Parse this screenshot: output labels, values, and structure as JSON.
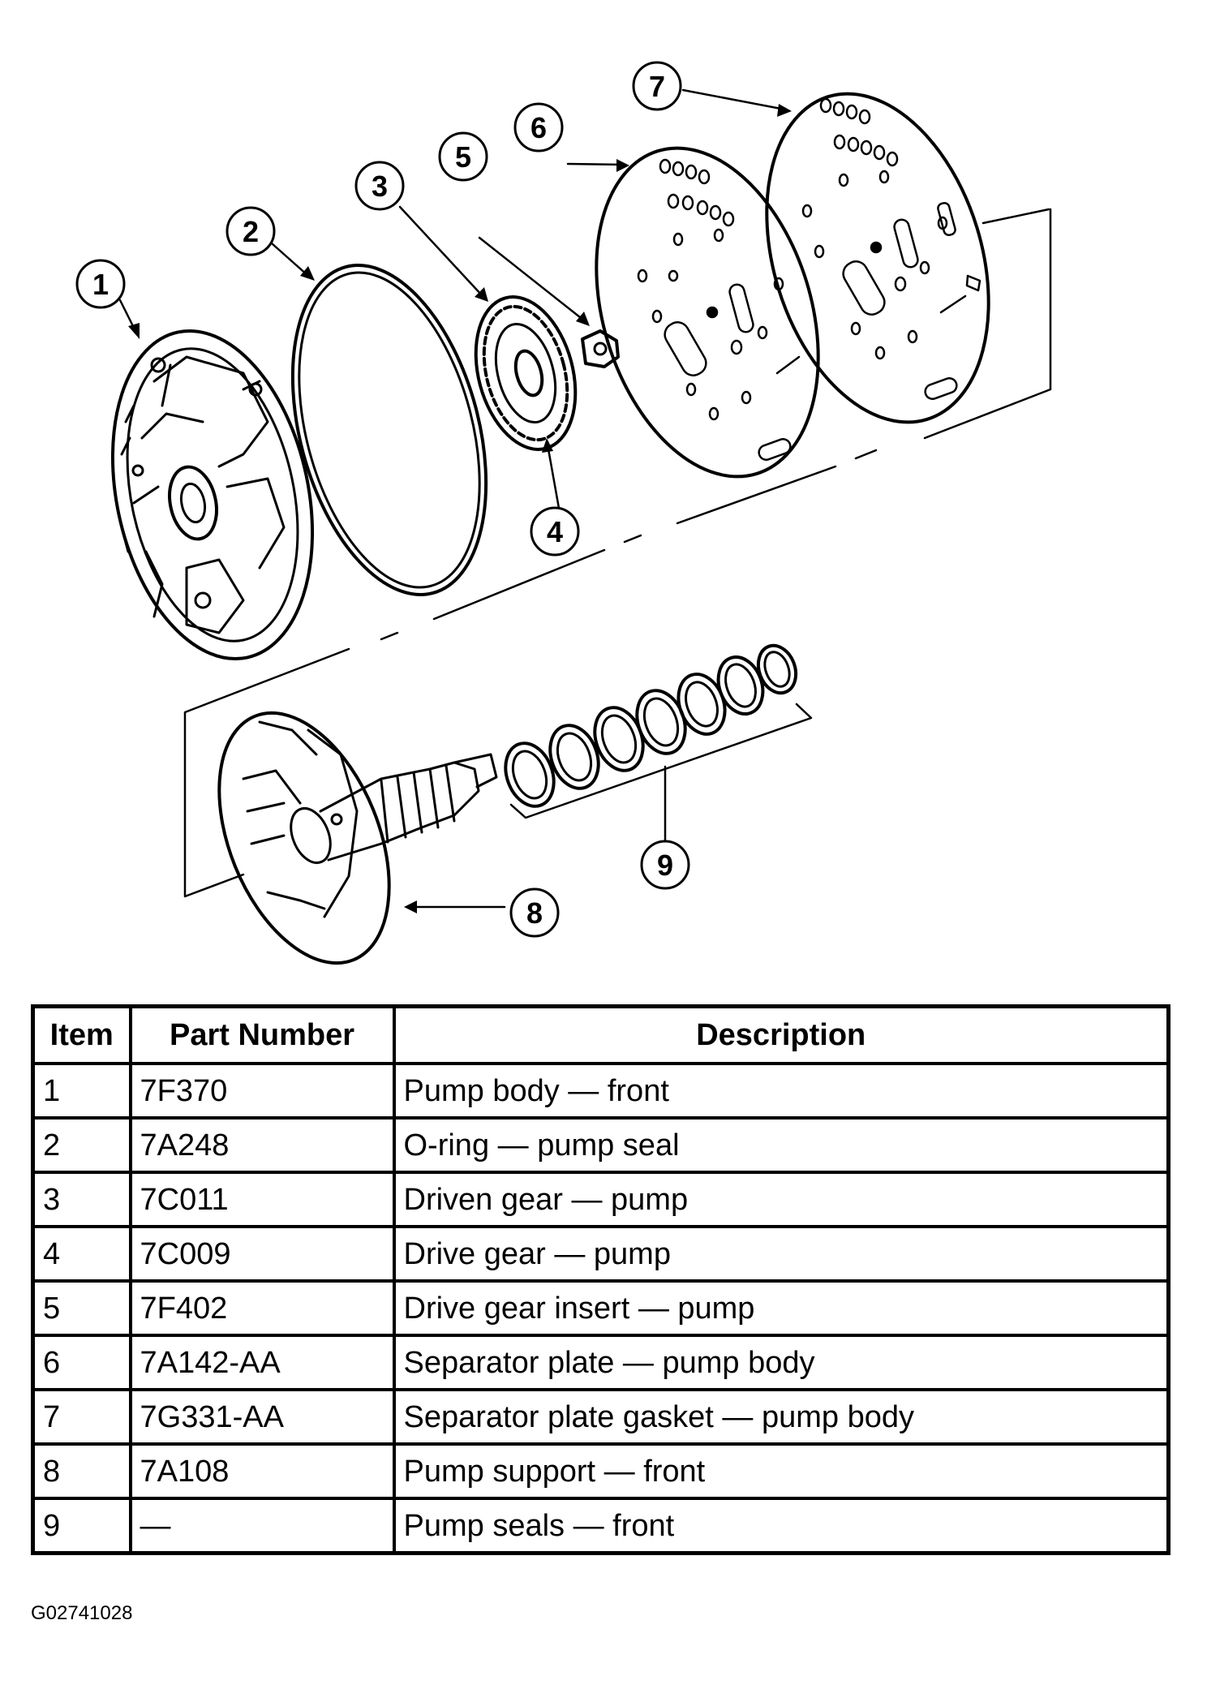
{
  "diagram": {
    "callouts": [
      "1",
      "2",
      "3",
      "4",
      "5",
      "6",
      "7",
      "8",
      "9"
    ]
  },
  "table": {
    "headers": {
      "item": "Item",
      "part_number": "Part Number",
      "description": "Description"
    },
    "rows": [
      {
        "item": "1",
        "part_number": "7F370",
        "description": "Pump body — front"
      },
      {
        "item": "2",
        "part_number": "7A248",
        "description": "O-ring — pump seal"
      },
      {
        "item": "3",
        "part_number": "7C011",
        "description": "Driven gear — pump"
      },
      {
        "item": "4",
        "part_number": "7C009",
        "description": "Drive gear — pump"
      },
      {
        "item": "5",
        "part_number": "7F402",
        "description": "Drive gear insert — pump"
      },
      {
        "item": "6",
        "part_number": "7A142-AA",
        "description": "Separator plate — pump body"
      },
      {
        "item": "7",
        "part_number": "7G331-AA",
        "description": "Separator plate gasket — pump body"
      },
      {
        "item": "8",
        "part_number": "7A108",
        "description": "Pump support — front"
      },
      {
        "item": "9",
        "part_number": "—",
        "description": "Pump seals — front"
      }
    ]
  },
  "figure_code": "G02741028"
}
